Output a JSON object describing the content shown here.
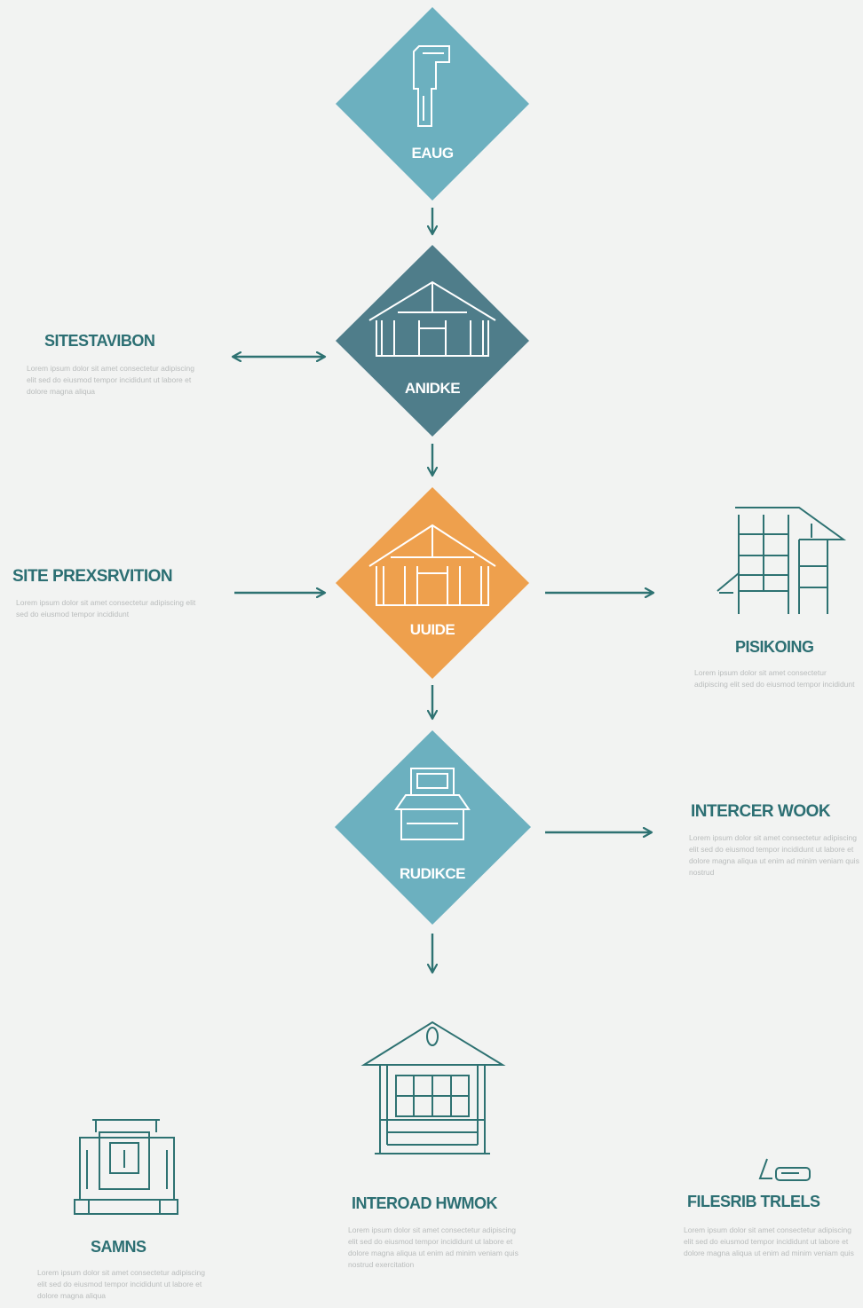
{
  "colors": {
    "background": "#f2f3f2",
    "teal": "#6cb0bf",
    "slate": "#4f7d8a",
    "orange": "#eea04d",
    "line": "#2e7272",
    "heading": "#2c6f73",
    "body_text": "#b9bcbc"
  },
  "diamonds": [
    {
      "label": "EAUG",
      "color": "teal",
      "icon": "door-frame-icon"
    },
    {
      "label": "ANIDKE",
      "color": "slate",
      "icon": "house-frame-icon"
    },
    {
      "label": "UUIDE",
      "color": "orange",
      "icon": "house-frame-icon"
    },
    {
      "label": "RUDIKCE",
      "color": "teal",
      "icon": "cabinet-icon"
    }
  ],
  "side_items": {
    "site_estimation": {
      "title": "SITESTAVIBON",
      "text": "Lorem ipsum dolor sit amet consectetur adipiscing elit sed do eiusmod tempor incididunt ut labore et dolore magna aliqua"
    },
    "site_preparation": {
      "title": "SITE PREXSRVITION",
      "text": "Lorem ipsum dolor sit amet consectetur adipiscing elit sed do eiusmod tempor incididunt"
    },
    "framing": {
      "title": "PISIKOING",
      "icon": "scaffold-frame-icon",
      "text": "Lorem ipsum dolor sit amet consectetur adipiscing elit sed do eiusmod tempor incididunt ut labore"
    },
    "interior_work": {
      "title": "INTERCER WOOK",
      "text": "Lorem ipsum dolor sit amet consectetur adipiscing elit sed do eiusmod tempor incididunt ut labore et dolore magna aliqua ut enim ad minim veniam quis nostrud"
    }
  },
  "bottom": {
    "house": {
      "icon": "house-window-icon"
    },
    "samns": {
      "title": "SAMNS",
      "icon": "machine-icon",
      "text": "Lorem ipsum dolor sit amet consectetur adipiscing elit sed do eiusmod tempor incididunt ut labore et dolore magna aliqua"
    },
    "interior": {
      "title": "INTEROAD HWMOK",
      "text": "Lorem ipsum dolor sit amet consectetur adipiscing elit sed do eiusmod tempor incididunt ut labore et dolore magna aliqua ut enim ad minim veniam quis nostrud exercitation"
    },
    "finish": {
      "title": "FILESRIB TRLELS",
      "icon": "spray-tool-icon",
      "text": "Lorem ipsum dolor sit amet consectetur adipiscing elit sed do eiusmod tempor incididunt ut labore et dolore magna aliqua ut enim ad minim veniam quis"
    }
  }
}
